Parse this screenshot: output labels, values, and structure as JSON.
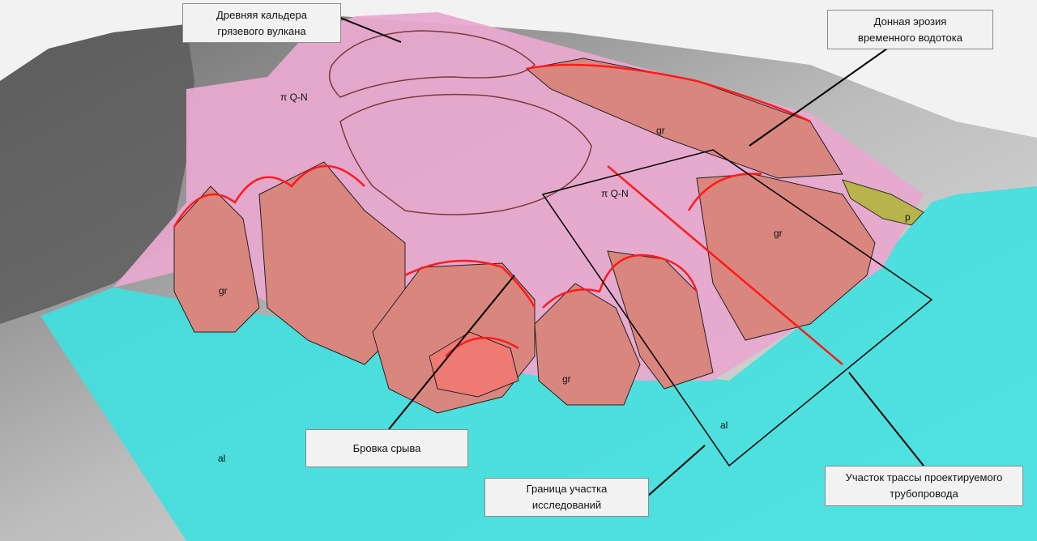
{
  "colors": {
    "alluvium": "#3fe0e0",
    "volcanic": "#e8a9cf",
    "landslide": "#d9867e",
    "proluvium": "#b8b34a",
    "scarp": "#ff1a1a",
    "terrain": "#9a9a9a"
  },
  "map_labels": {
    "pi_qn_1": "π Q-N",
    "pi_qn_2": "π Q-N",
    "gr_1": "gr",
    "gr_2": "gr",
    "gr_3": "gr",
    "gr_4": "gr",
    "al_1": "al",
    "al_2": "al",
    "p": "p"
  },
  "callouts": {
    "caldera": [
      "Древняя кальдера",
      "грязевого вулкана"
    ],
    "erosion": [
      "Донная эрозия",
      "временного водотока"
    ],
    "scarp": [
      "Бровка срыва"
    ],
    "boundary": [
      "Граница участка",
      "исследований"
    ],
    "pipeline": [
      "Участок трассы проектируемого",
      "трубопровода"
    ]
  }
}
